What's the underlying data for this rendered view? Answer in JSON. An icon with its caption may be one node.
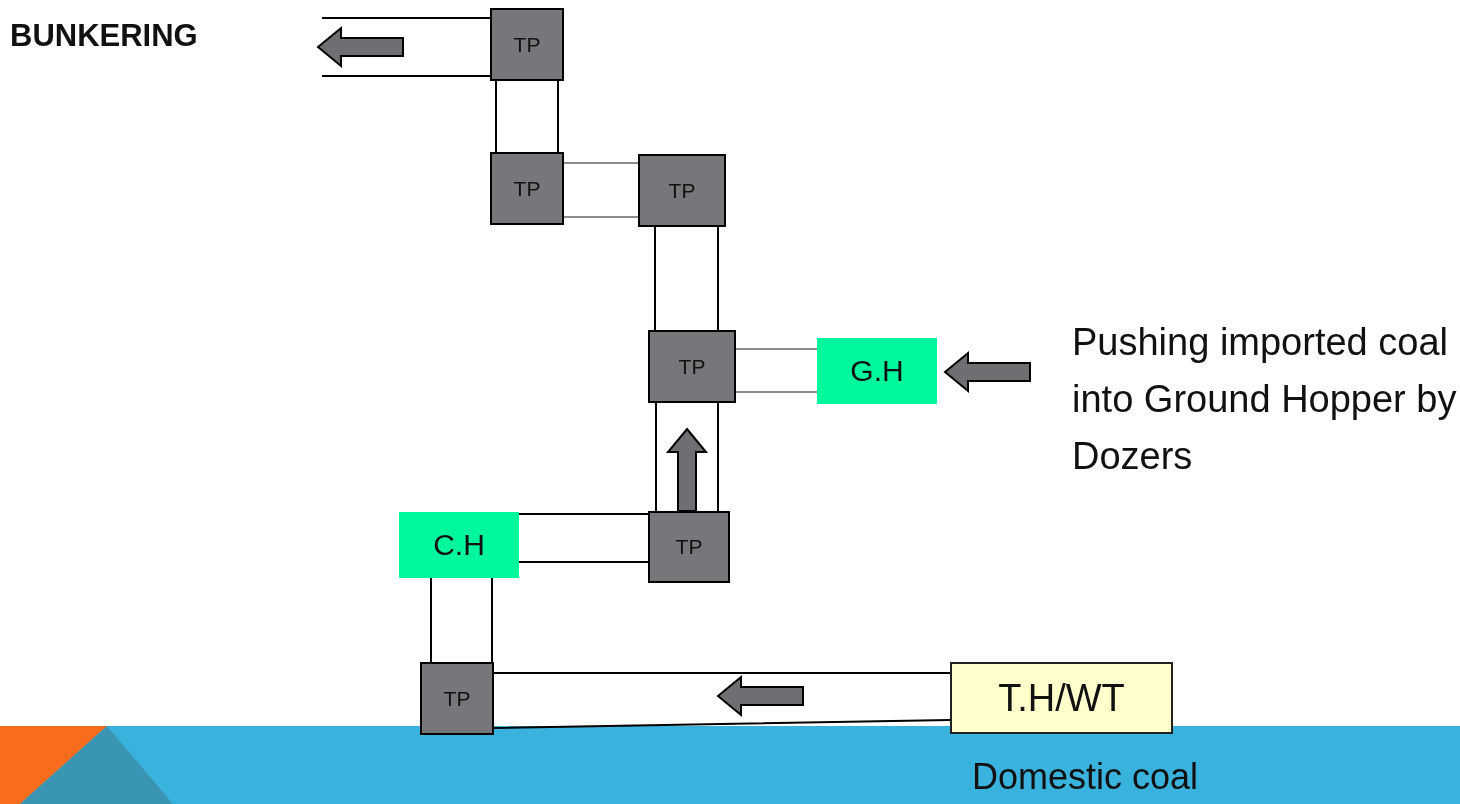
{
  "diagram": {
    "nodes": [
      {
        "text": [
          "TP"
        ]
      },
      {
        "text": [
          "TP"
        ]
      },
      {
        "text": [
          "TP"
        ]
      },
      {
        "text": [
          "TP"
        ]
      },
      {
        "text": [
          "G.H"
        ]
      },
      {
        "text": [
          "Pushing imported coal into Ground Hopper by Dozers"
        ]
      },
      {
        "text": [
          "C.H"
        ]
      },
      {
        "text": [
          "TP"
        ]
      },
      {
        "text": [
          "TP"
        ]
      },
      {
        "text": [
          "T.H/WT"
        ],
        "beside": [
          "Domestic coal"
        ]
      }
    ],
    "edges": [
      {
        "from": 0,
        "to": null,
        "arrow": "none"
      },
      {
        "from": 1,
        "to": 0,
        "arrow": "none"
      },
      {
        "from": 2,
        "to": 1,
        "arrow": "none",
        "color": "#8c8c8c"
      },
      {
        "from": 3,
        "to": 2,
        "arrow": "none"
      },
      {
        "from": 4,
        "to": 3,
        "arrow": "none",
        "color": "#8c8c8c"
      },
      {
        "from": 5,
        "to": 4,
        "arrow": "to",
        "style": "thick"
      },
      {
        "from": 7,
        "to": 3,
        "arrow": "none"
      },
      {
        "from": 6,
        "to": 7,
        "arrow": "none"
      },
      {
        "from": 8,
        "to": 6,
        "arrow": "none"
      },
      {
        "from": 9,
        "to": 8,
        "arrow": "none"
      },
      {
        "from": 7,
        "to": 3,
        "arrow": "to",
        "style": "thick"
      }
    ],
    "labels": [
      "BUNKERING"
    ]
  }
}
